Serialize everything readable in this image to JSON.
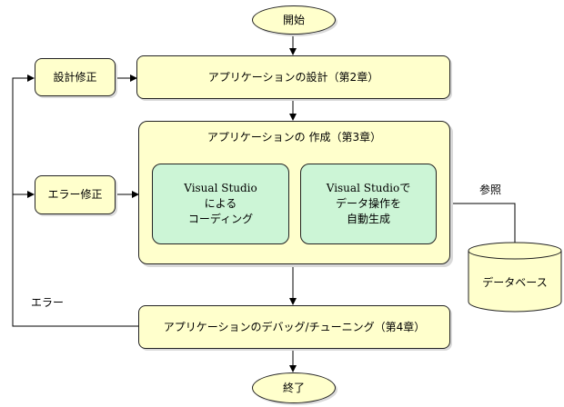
{
  "nodes": {
    "start": "開始",
    "design": "アプリケーションの設計（第2章）",
    "design_fix": "設計修正",
    "create": "アプリケーションの 作成（第3章）",
    "error_fix": "エラー修正",
    "vs_coding": "Visual Studio\nによる\nコーディング",
    "vs_autogen": "Visual Studioで\nデータ操作を\n自動生成",
    "database": "データベース",
    "debug": "アプリケーションのデバッグ/チューニング（第4章）",
    "end": "終了"
  },
  "labels": {
    "reference": "参照",
    "error": "エラー"
  }
}
